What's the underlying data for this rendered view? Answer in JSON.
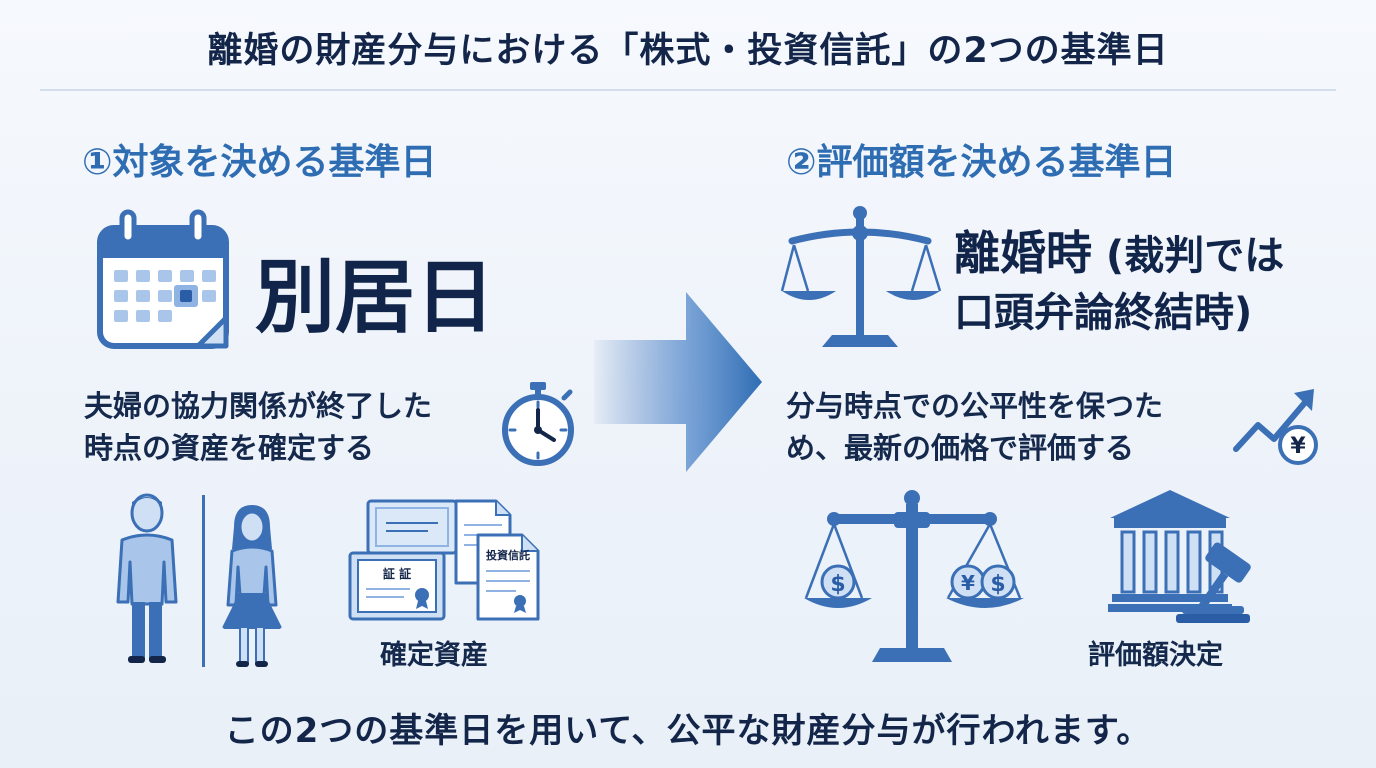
{
  "title": "離婚の財産分与における「株式・投資信託」の2つの基準日",
  "left": {
    "heading": "①対象を決める基準日",
    "date": "別居日",
    "description_line1": "夫婦の協力関係が終了した",
    "description_line2": "時点の資産を確定する",
    "caption": "確定資産",
    "certificate_labels": {
      "certificate": "証 証",
      "document": "投資信託"
    }
  },
  "right": {
    "heading": "②評価額を決める基準日",
    "date_main": "離婚時",
    "date_paren_1": " (裁判では",
    "date_paren_2": "口頭弁論終結時)",
    "description_line1": "分与時点での公平性を保つた",
    "description_line2": "め、最新の価格で評価する",
    "caption": "評価額決定",
    "coin_symbols": [
      "$",
      "¥",
      "$"
    ],
    "yen_symbol": "¥"
  },
  "footer": "この2つの基準日を用いて、公平な財産分与が行われます。",
  "colors": {
    "heading_blue": "#2f6db3",
    "icon_blue": "#3b6fb6",
    "icon_fill": "#cfe0f4",
    "text_dark": "#13264a"
  }
}
